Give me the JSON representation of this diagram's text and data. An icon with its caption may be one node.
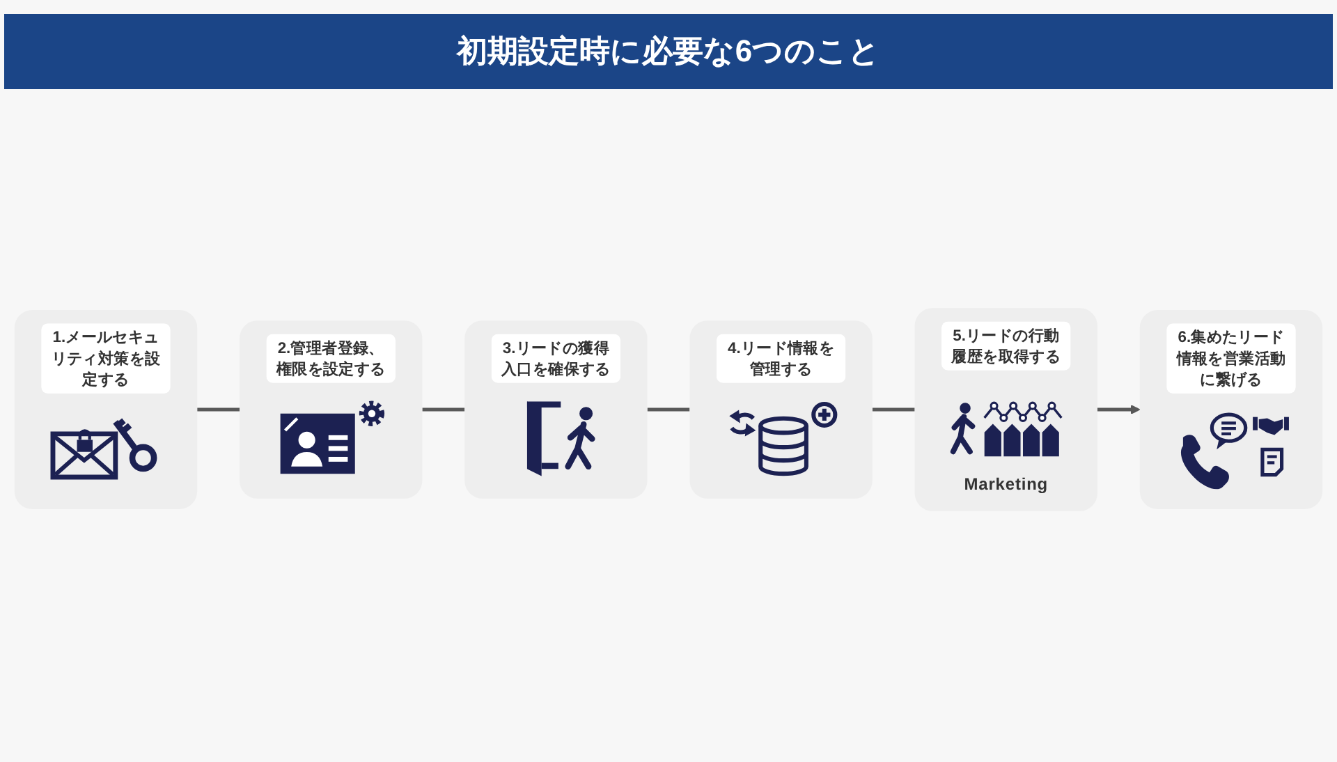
{
  "diagram": {
    "title": "初期設定時に必要な6つのこと",
    "nodes": [
      {
        "text": [
          "1.メールセキュリティ対策を設定する"
        ]
      },
      {
        "text": [
          "2.管理者登録、権限を設定する"
        ]
      },
      {
        "text": [
          "3.リードの獲得入口を確保する"
        ]
      },
      {
        "text": [
          "4.リード情報を管理する"
        ]
      },
      {
        "text": [
          "5.リードの行動履歴を取得する",
          "Marketing"
        ]
      },
      {
        "text": [
          "6.集めたリード情報を営業活動に繋げる"
        ]
      }
    ],
    "edges": [
      {
        "from": 0,
        "to": 1,
        "arrow": "none"
      },
      {
        "from": 1,
        "to": 2,
        "arrow": "none"
      },
      {
        "from": 2,
        "to": 3,
        "arrow": "none"
      },
      {
        "from": 3,
        "to": 4,
        "arrow": "none"
      },
      {
        "from": 4,
        "to": 5,
        "arrow": "to"
      }
    ]
  }
}
